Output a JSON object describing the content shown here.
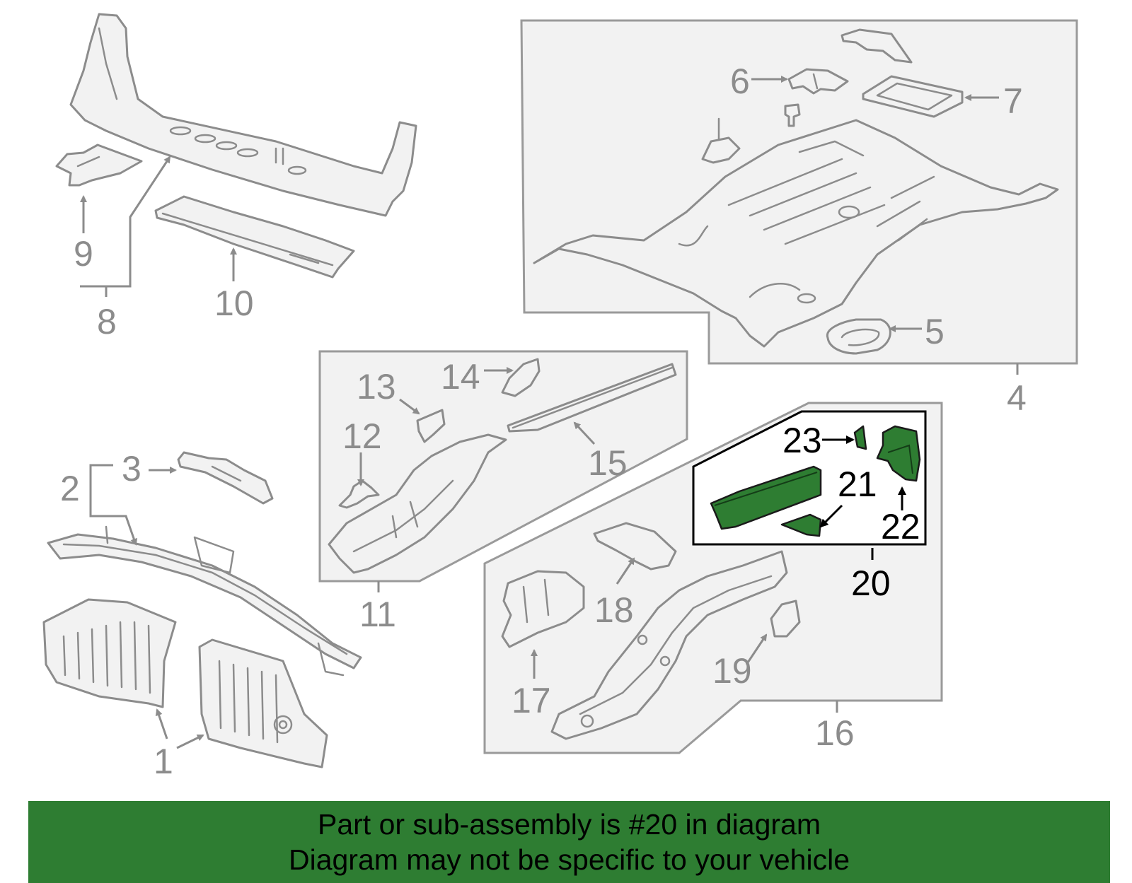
{
  "diagram": {
    "highlighted_part": "20",
    "accent_color": "#2e7d32",
    "callouts": {
      "c1": "1",
      "c2": "2",
      "c3": "3",
      "c4": "4",
      "c5": "5",
      "c6": "6",
      "c7": "7",
      "c8": "8",
      "c9": "9",
      "c10": "10",
      "c11": "11",
      "c12": "12",
      "c13": "13",
      "c14": "14",
      "c15": "15",
      "c16": "16",
      "c17": "17",
      "c18": "18",
      "c19": "19",
      "c20": "20",
      "c21": "21",
      "c22": "22",
      "c23": "23"
    }
  },
  "banner": {
    "line1": "Part or sub-assembly is #20 in diagram",
    "line2": "Diagram may not be specific to your vehicle"
  }
}
